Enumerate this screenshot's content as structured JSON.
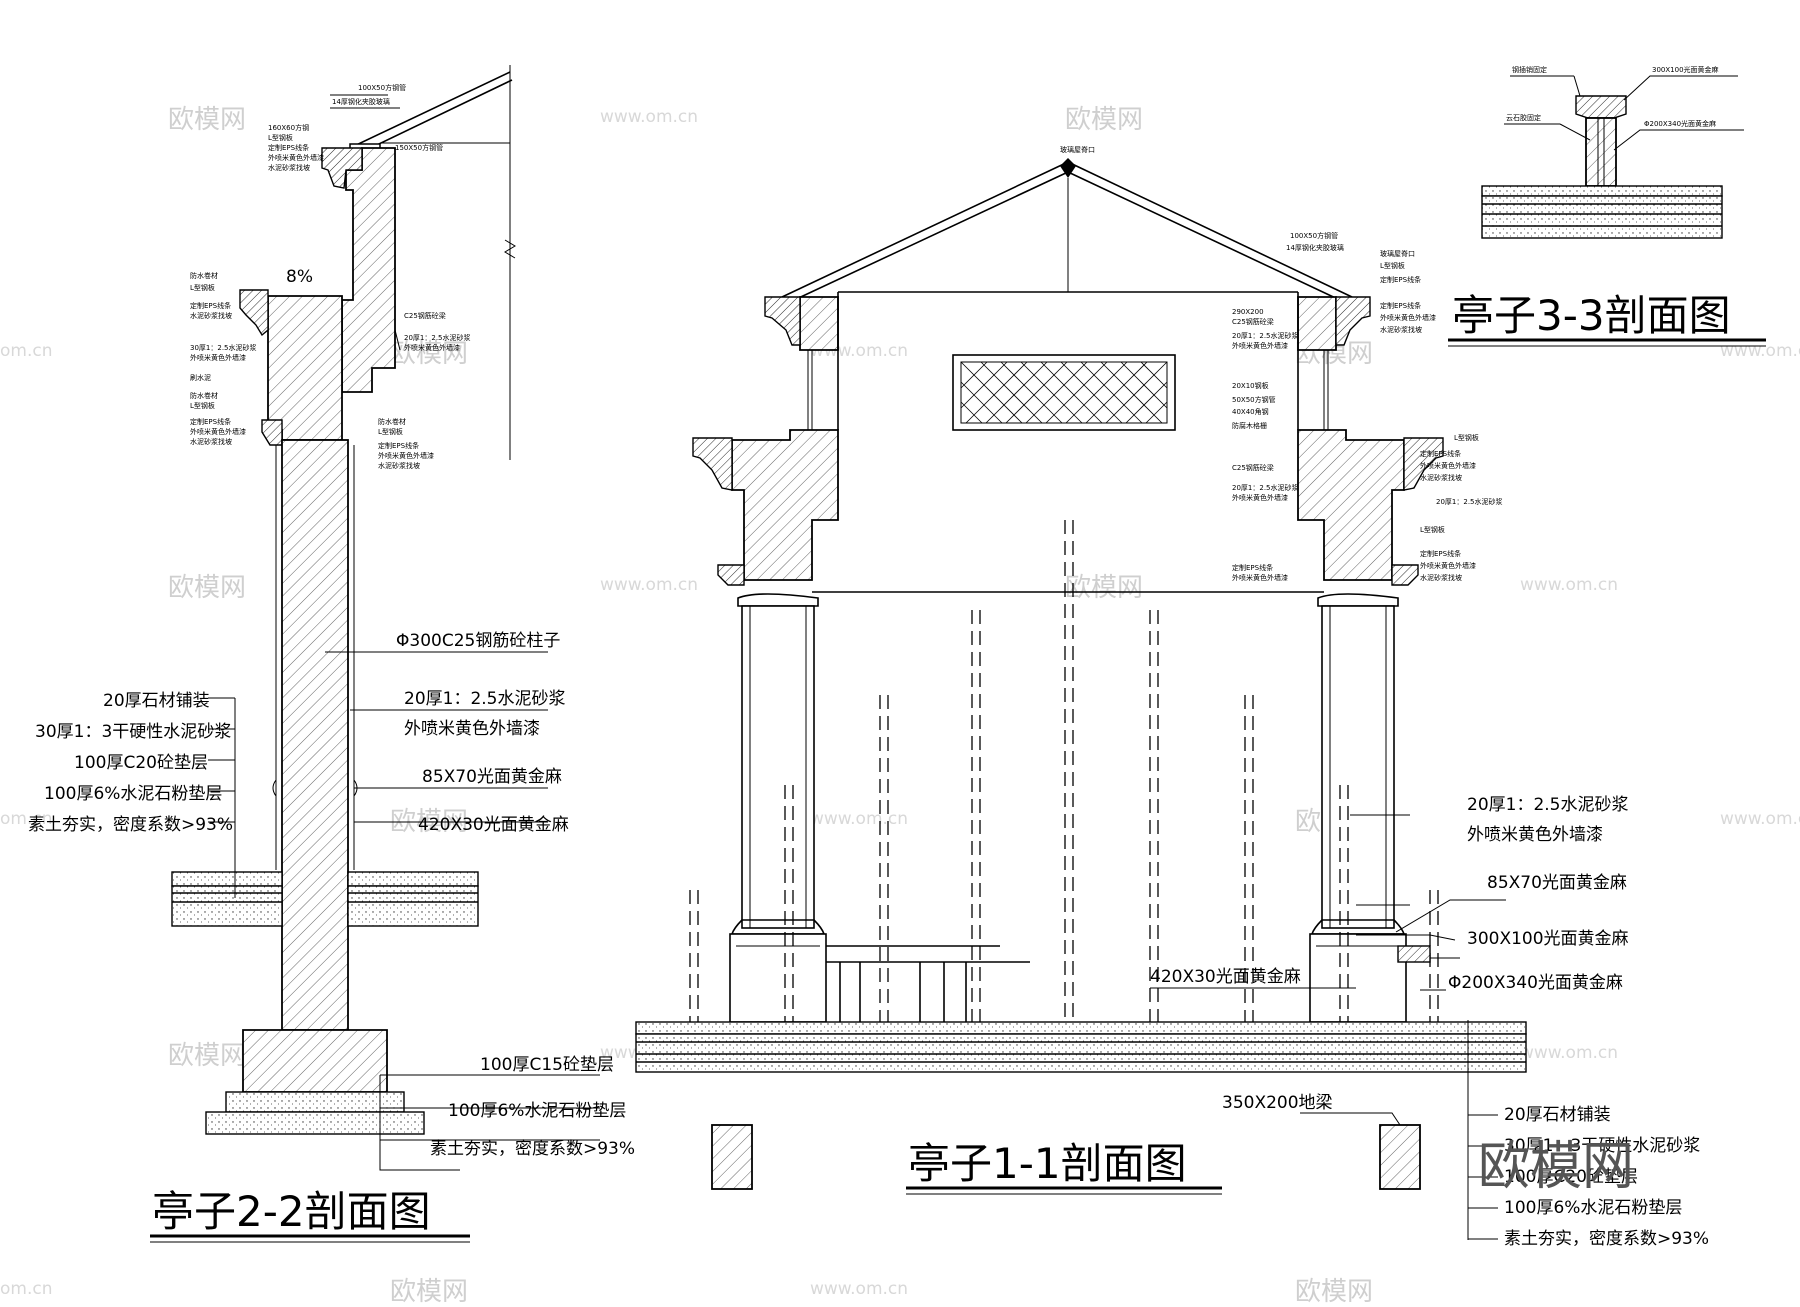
{
  "watermark": {
    "brand": "欧模网",
    "url": "www.om.cn",
    "short": "om.cn"
  },
  "section_2_2": {
    "title": "亭子2-2剖面图",
    "slope": "8%",
    "labels": {
      "column": "Φ300C25钢筋砼柱子",
      "render_1": "20厚1：2.5水泥砂浆",
      "render_2": "外喷米黄色外墙漆",
      "cap": "85X70光面黄金麻",
      "base": "420X30光面黄金麻",
      "floor_1": "20厚石材铺装",
      "floor_2": "30厚1：3干硬性水泥砂浆",
      "floor_3": "100厚C20砼垫层",
      "floor_4": "100厚6%水泥石粉垫层",
      "floor_5": "素土夯实，密度系数>93%",
      "footing_1": "100厚C15砼垫层",
      "footing_2": "100厚6%水泥石粉垫层",
      "footing_3": "素土夯实，密度系数>93%"
    },
    "small_labels": [
      "100X50方钢管",
      "14厚钢化夹胶玻璃",
      "160X60方钢",
      "C25钢筋砼梁",
      "20厚1：2.5水泥砂浆",
      "30厚1：2.5水泥砂浆",
      "刷水泥",
      "L型钢板",
      "定制EPS线条",
      "外喷米黄色外墙漆",
      "水泥砂浆找坡",
      "150X50方钢管",
      "防水卷材"
    ]
  },
  "section_1_1": {
    "title": "亭子1-1剖面图",
    "labels": {
      "render_1": "20厚1：2.5水泥砂浆",
      "render_2": "外喷米黄色外墙漆",
      "cap": "85X70光面黄金麻",
      "plinth": "300X100光面黄金麻",
      "base": "420X30光面黄金麻",
      "bollard": "Φ200X340光面黄金麻",
      "beam": "350X200地梁",
      "floor_1": "20厚石材铺装",
      "floor_2": "30厚1：3干硬性水泥砂浆",
      "floor_3": "100厚C20砼垫层",
      "floor_4": "100厚6%水泥石粉垫层",
      "floor_5": "素土夯实，密度系数>93%"
    },
    "small_labels": [
      "玻璃屋脊口",
      "100X50方钢管",
      "14厚钢化夹胶玻璃",
      "290X200",
      "C25钢筋砼梁",
      "20厚1：2.5水泥砂浆",
      "外喷米黄色外墙漆",
      "20X10钢板",
      "50X50方钢管",
      "40X40角钢",
      "防腐木格栅",
      "定制EPS线条",
      "L型钢板",
      "水泥砂浆找坡"
    ]
  },
  "section_3_3": {
    "title": "亭子3-3剖面图",
    "labels": {
      "top_left": "钢插销固定",
      "top_right": "300X100光面黄金麻",
      "bottom_left": "云石胶固定",
      "bottom_right": "Φ200X340光面黄金麻"
    }
  }
}
